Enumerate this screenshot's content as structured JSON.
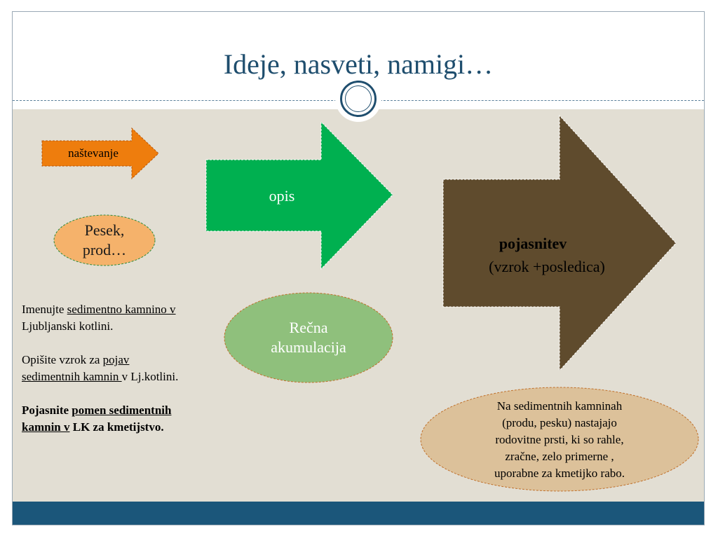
{
  "title": "Ideje, nasveti, namigi…",
  "shapes": {
    "nastevanje": "naštevanje",
    "opis": "opis",
    "pojasnitev_bold": "pojasnitev",
    "pojasnitev_sub": "(vzrok +posledica)",
    "pesek": "Pesek, prod…",
    "pesek_line1": "Pesek,",
    "pesek_line2": "prod…",
    "recna_line1": "Rečna",
    "recna_line2": "akumulacija",
    "answer_lines": [
      "Na sedimentnih kamninah",
      "(produ, pesku) nastajajo",
      "rodovitne prsti, ki so rahle,",
      "zračne,  zelo primerne ,",
      "uporabne za kmetijko rabo."
    ]
  },
  "tasks": {
    "t1_a": "Imenujte ",
    "t1_u": "sedimentno kamnino v",
    "t1_b": " Ljubljanski kotlini.",
    "t2_a": "Opišite vzrok za ",
    "t2_u": "pojav sedimentnih kamnin ",
    "t2_b": "v Lj.kotlini.",
    "t3_a": "Pojasnite ",
    "t3_u": "pomen sedimentnih kamnin v",
    "t3_b": " LK za kmetijstvo."
  },
  "colors": {
    "orange_arrow": "#ee7d0d",
    "green_arrow": "#00b050",
    "brown_arrow": "#5f4b2d",
    "pesek_fill": "#f5b26b",
    "recna_fill": "#8fc07c",
    "answer_fill": "#dcc19a",
    "title": "#1f4e6e",
    "footer": "#1b567a",
    "content_bg": "#e2ded3"
  }
}
